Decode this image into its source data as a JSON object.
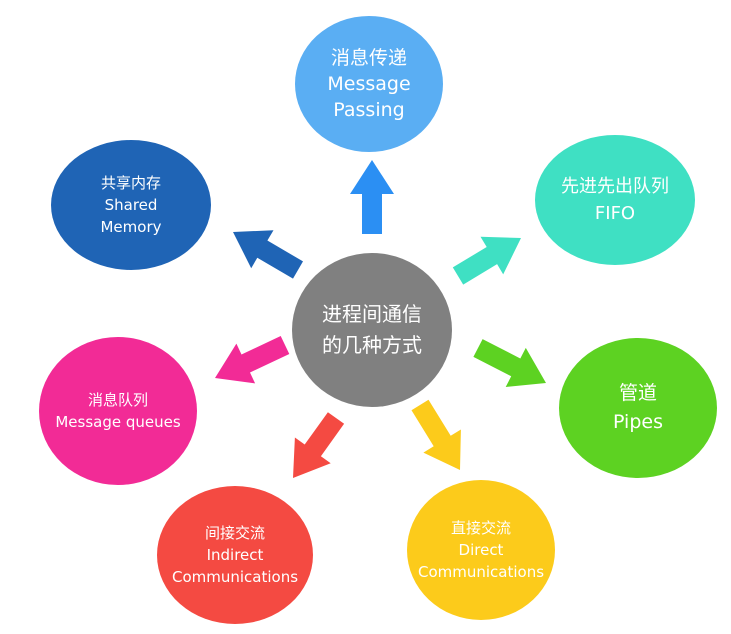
{
  "center": {
    "line1": "进程间通信",
    "line2": "的几种方式",
    "color": "#808080"
  },
  "nodes": {
    "message_passing": {
      "zh": "消息传递",
      "en1": "Message",
      "en2": "Passing",
      "color": "#5aaef3"
    },
    "shared_memory": {
      "zh": "共享内存",
      "en1": "Shared",
      "en2": "Memory",
      "color": "#1f64b5"
    },
    "fifo": {
      "zh": "先进先出队列",
      "en1": "FIFO",
      "color": "#3fe0c3"
    },
    "pipes": {
      "zh": "管道",
      "en1": "Pipes",
      "color": "#5dd222"
    },
    "message_queues": {
      "zh": "消息队列",
      "en1": "Message queues",
      "color": "#f22b96"
    },
    "indirect": {
      "zh": "间接交流",
      "en1": "Indirect",
      "en2": "Communications",
      "color": "#f44a42"
    },
    "direct": {
      "zh": "直接交流",
      "en1": "Direct",
      "en2": "Communications",
      "color": "#fccb1b"
    }
  },
  "arrow_colors": {
    "up": "#2b8ff3",
    "upper_left": "#1f64b5",
    "upper_right": "#3fe0c3",
    "right": "#5dd222",
    "left": "#f22b96",
    "lower_left": "#f44a42",
    "lower_right": "#fccb1b"
  }
}
